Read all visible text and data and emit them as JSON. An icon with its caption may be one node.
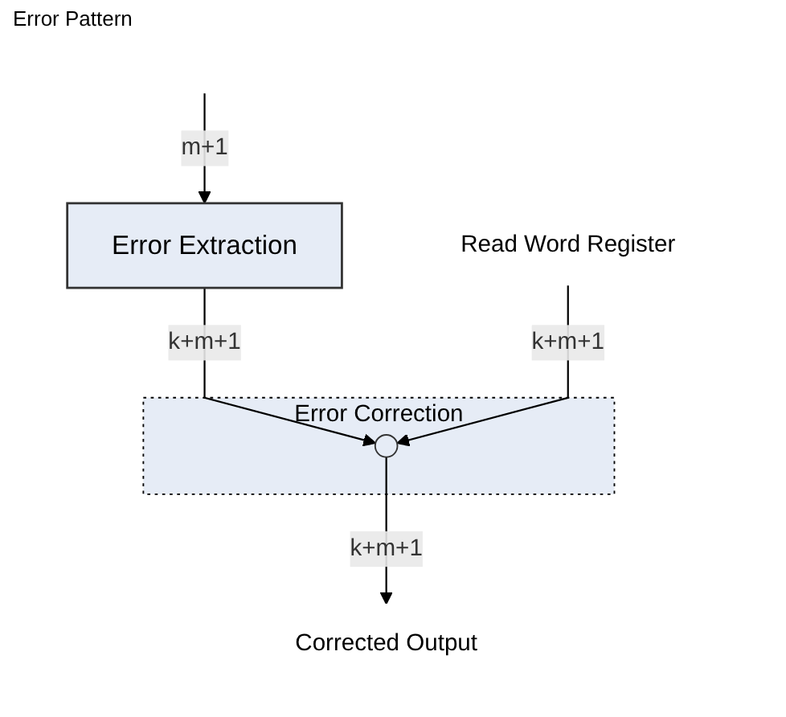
{
  "diagram": {
    "nodes": [
      {
        "text": [
          "Error Extraction"
        ]
      },
      {
        "text": [
          "Error Correction"
        ]
      },
      {
        "text": [],
        "shape": "circle",
        "in": 1
      },
      {
        "text": [
          "Read Word Register"
        ]
      },
      {
        "text": [
          "Corrected Output"
        ]
      }
    ],
    "edges": [
      {
        "from": null,
        "to": 0,
        "arrow": "to",
        "label": "m+1"
      },
      {
        "from": 0,
        "to": 2,
        "arrow": "to",
        "label": "k+m+1"
      },
      {
        "from": 3,
        "to": 2,
        "arrow": "to",
        "label": "k+m+1"
      },
      {
        "from": 2,
        "to": 4,
        "arrow": "to",
        "label": "k+m+1"
      }
    ],
    "labels": [
      "Error Pattern"
    ]
  }
}
